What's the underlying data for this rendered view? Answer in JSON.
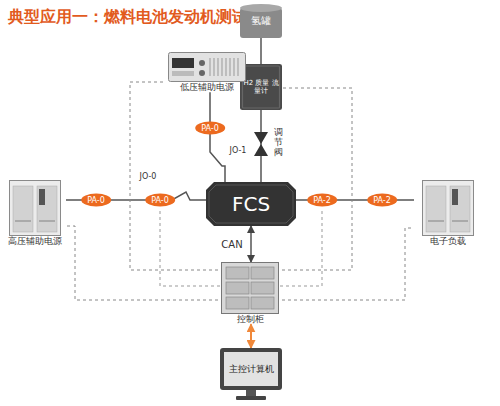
{
  "diagram": {
    "title": "典型应用一：燃料电池发动机测试应用",
    "nodes": [
      {
        "text": [
          "氢罐"
        ]
      },
      {
        "text": [
          "H2 质量 流量计"
        ]
      },
      {
        "text": [
          "低压辅助电源"
        ]
      },
      {
        "text": [
          "调节阀"
        ]
      },
      {
        "text": [
          "高压辅助电源"
        ]
      },
      {
        "text": [
          "FCS"
        ]
      },
      {
        "text": [
          "电子负载"
        ]
      },
      {
        "text": [
          "控制柜"
        ]
      },
      {
        "text": [
          "主控计算机"
        ]
      }
    ],
    "edges": [
      {
        "from": 0,
        "to": 1,
        "arrow": "none"
      },
      {
        "from": 1,
        "to": 3,
        "arrow": "none"
      },
      {
        "from": 3,
        "to": 5,
        "arrow": "none"
      },
      {
        "from": 2,
        "to": 5,
        "arrow": "none"
      },
      {
        "from": 4,
        "to": 5,
        "arrow": "none"
      },
      {
        "from": 5,
        "to": 6,
        "arrow": "none"
      },
      {
        "from": 5,
        "to": 7,
        "label": "CAN",
        "arrow": "both"
      },
      {
        "from": 7,
        "to": 8,
        "arrow": "both"
      },
      {
        "from": 7,
        "to": 4,
        "arrow": "none"
      },
      {
        "from": 7,
        "to": 6,
        "arrow": "none"
      },
      {
        "from": 7,
        "to": 2,
        "arrow": "none"
      },
      {
        "from": 7,
        "to": 1,
        "arrow": "none"
      }
    ],
    "labels": [
      "PA-0",
      "PA-0",
      "PA-0",
      "JO-0",
      "JO-1",
      "PA-2",
      "PA-2"
    ]
  }
}
